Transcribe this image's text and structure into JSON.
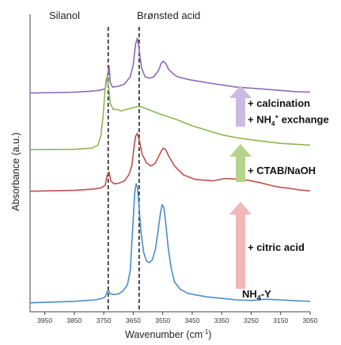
{
  "chart_data": {
    "type": "line",
    "title": "",
    "xlabel": "Wavenumber (cm",
    "xlabel_sup": "-1",
    "xlabel_close": ")",
    "ylabel": "Absorbance (a.u.)",
    "x_reversed": true,
    "xlim": [
      4000,
      3050
    ],
    "xticks": [
      3950,
      3850,
      3750,
      3650,
      3550,
      3450,
      3350,
      3250,
      3150,
      3050
    ],
    "yticks": [],
    "reference_lines": [
      {
        "label": "Silanol",
        "x": 3735
      },
      {
        "label": "Brønsted acid",
        "x": 3630
      }
    ],
    "series": [
      {
        "color": "#8a6bb8",
        "label_parts": [],
        "x": [
          4000,
          3850,
          3800,
          3760,
          3745,
          3738,
          3732,
          3728,
          3720,
          3700,
          3680,
          3660,
          3650,
          3642,
          3636,
          3630,
          3622,
          3610,
          3595,
          3580,
          3565,
          3555,
          3548,
          3540,
          3530,
          3515,
          3500,
          3460,
          3400,
          3300,
          3200,
          3100,
          3050
        ],
        "y": [
          0.735,
          0.738,
          0.741,
          0.745,
          0.75,
          0.79,
          0.826,
          0.77,
          0.755,
          0.758,
          0.765,
          0.79,
          0.83,
          0.9,
          0.92,
          0.88,
          0.82,
          0.79,
          0.785,
          0.79,
          0.81,
          0.835,
          0.842,
          0.835,
          0.815,
          0.8,
          0.79,
          0.78,
          0.77,
          0.755,
          0.748,
          0.74,
          0.738
        ]
      },
      {
        "color": "#8fb650",
        "label_parts": [],
        "x": [
          4000,
          3850,
          3790,
          3770,
          3760,
          3752,
          3746,
          3742,
          3738,
          3734,
          3728,
          3718,
          3705,
          3690,
          3675,
          3655,
          3635,
          3620,
          3600,
          3560,
          3500,
          3450,
          3400,
          3350,
          3300,
          3250,
          3200,
          3150,
          3100,
          3050
        ],
        "y": [
          0.545,
          0.546,
          0.55,
          0.56,
          0.59,
          0.66,
          0.74,
          0.78,
          0.79,
          0.76,
          0.7,
          0.68,
          0.68,
          0.675,
          0.68,
          0.685,
          0.69,
          0.688,
          0.68,
          0.665,
          0.645,
          0.625,
          0.61,
          0.595,
          0.585,
          0.578,
          0.572,
          0.566,
          0.563,
          0.56
        ]
      },
      {
        "color": "#c0504d",
        "label_parts": [],
        "x": [
          4000,
          3850,
          3790,
          3760,
          3745,
          3738,
          3732,
          3726,
          3715,
          3700,
          3680,
          3665,
          3655,
          3648,
          3642,
          3636,
          3628,
          3620,
          3605,
          3590,
          3575,
          3565,
          3555,
          3548,
          3540,
          3528,
          3510,
          3480,
          3440,
          3380,
          3340,
          3300,
          3260,
          3220,
          3180,
          3150,
          3120,
          3090,
          3050
        ],
        "y": [
          0.405,
          0.408,
          0.412,
          0.416,
          0.425,
          0.46,
          0.47,
          0.44,
          0.43,
          0.432,
          0.44,
          0.46,
          0.49,
          0.55,
          0.59,
          0.6,
          0.57,
          0.53,
          0.5,
          0.49,
          0.5,
          0.52,
          0.54,
          0.55,
          0.545,
          0.52,
          0.49,
          0.46,
          0.445,
          0.44,
          0.448,
          0.446,
          0.442,
          0.434,
          0.424,
          0.418,
          0.415,
          0.41,
          0.406
        ]
      },
      {
        "color": "#4a8cc9",
        "label_parts": [
          {
            "t": "NH",
            "sub": false
          },
          {
            "t": "4",
            "sub": true
          },
          {
            "t": "-Y",
            "sub": false
          }
        ],
        "x": [
          4000,
          3850,
          3780,
          3755,
          3745,
          3738,
          3734,
          3728,
          3718,
          3700,
          3685,
          3670,
          3660,
          3652,
          3645,
          3640,
          3636,
          3630,
          3624,
          3615,
          3605,
          3595,
          3585,
          3575,
          3566,
          3558,
          3552,
          3546,
          3540,
          3532,
          3522,
          3510,
          3490,
          3465,
          3440,
          3400,
          3350,
          3300,
          3250,
          3200,
          3150,
          3100,
          3050
        ],
        "y": [
          0.03,
          0.035,
          0.04,
          0.045,
          0.05,
          0.068,
          0.072,
          0.06,
          0.058,
          0.06,
          0.07,
          0.09,
          0.14,
          0.28,
          0.4,
          0.43,
          0.42,
          0.35,
          0.27,
          0.2,
          0.17,
          0.165,
          0.175,
          0.21,
          0.27,
          0.33,
          0.36,
          0.35,
          0.3,
          0.22,
          0.15,
          0.1,
          0.075,
          0.062,
          0.057,
          0.05,
          0.045,
          0.04,
          0.038,
          0.042,
          0.04,
          0.037,
          0.035
        ]
      }
    ],
    "steps": [
      {
        "color": "#f2b8b8",
        "lines": [
          [
            {
              "t": "+ citric acid",
              "sup": false
            }
          ]
        ]
      },
      {
        "color": "#b5d48a",
        "lines": [
          [
            {
              "t": "+ CTAB/NaOH",
              "sup": false
            }
          ]
        ]
      },
      {
        "color": "#c9bce0",
        "lines": [
          [
            {
              "t": "+ calcination",
              "sup": false
            }
          ],
          [
            {
              "t": "+ NH",
              "sup": false
            },
            {
              "t": "4",
              "sub": true
            },
            {
              "t": "+",
              "sup": true
            },
            {
              "t": " exchange",
              "sup": false
            }
          ]
        ]
      }
    ]
  }
}
